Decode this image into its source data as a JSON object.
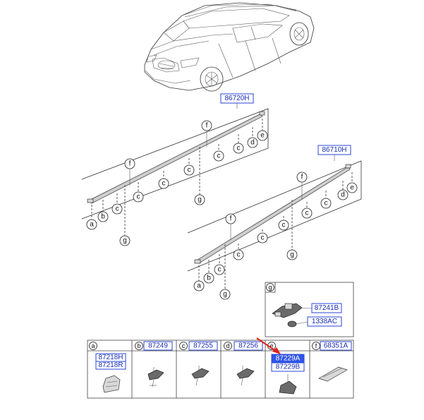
{
  "assemblies": {
    "upper_part_no": "86720H",
    "lower_part_no": "86710H"
  },
  "callouts": {
    "a": "a",
    "b": "b",
    "c": "c",
    "d": "d",
    "e": "e",
    "f": "f",
    "g": "g"
  },
  "detail_g": {
    "key": "g",
    "part1": "87241B",
    "part2": "1338AC"
  },
  "parts_table": [
    {
      "key": "a",
      "numbers": [
        "87218H",
        "87218R"
      ]
    },
    {
      "key": "b",
      "numbers": [
        "87249"
      ]
    },
    {
      "key": "c",
      "numbers": [
        "87255"
      ]
    },
    {
      "key": "d",
      "numbers": [
        "87256"
      ]
    },
    {
      "key": "e",
      "numbers": [
        "87229A",
        "87229B"
      ],
      "highlighted": true
    },
    {
      "key": "f",
      "numbers": [
        "68351A"
      ]
    }
  ],
  "colors": {
    "part_number_text": "#1a2fb8",
    "highlight_fill": "#2f55e8",
    "arrow": "#e0201c"
  }
}
